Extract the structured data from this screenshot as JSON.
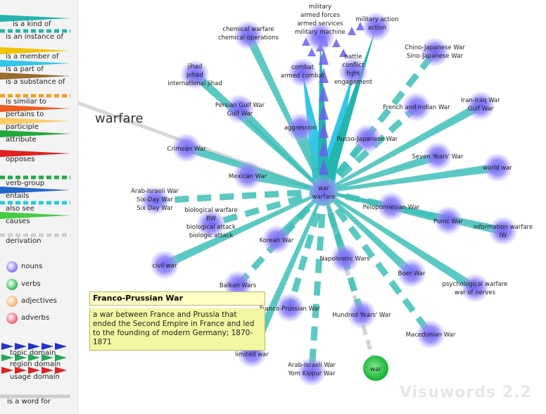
{
  "legend": {
    "relations": [
      {
        "label": "is a kind of",
        "color": "#23b5ae",
        "style": "solid"
      },
      {
        "label": "is an instance of",
        "color": "#23b5ae",
        "style": "dashed"
      },
      {
        "label": "is a member of",
        "color": "#f0c400",
        "style": "solid"
      },
      {
        "label": "is a part of",
        "color": "#33c6e8",
        "style": "solid"
      },
      {
        "label": "is a substance of",
        "color": "#9a6a2c",
        "style": "solid"
      },
      {
        "label": "is similar to",
        "color": "#f0a020",
        "style": "dashed"
      },
      {
        "label": "pertains to",
        "color": "#ee5a1e",
        "style": "solid"
      },
      {
        "label": "participle",
        "color": "#ffcc66",
        "style": "solid"
      },
      {
        "label": "attribute",
        "color": "#1ea83c",
        "style": "solid"
      },
      {
        "label": "opposes",
        "color": "#e02020",
        "style": "solid"
      },
      {
        "label": "verb-group",
        "color": "#22aa44",
        "style": "dashed"
      },
      {
        "label": "entails",
        "color": "#2266cc",
        "style": "solid"
      },
      {
        "label": "also see",
        "color": "#22ccdd",
        "style": "dashed"
      },
      {
        "label": "causes",
        "color": "#44cc44",
        "style": "solid"
      },
      {
        "label": "derivation",
        "color": "#cccccc",
        "style": "dashed"
      }
    ],
    "pos": [
      {
        "label": "nouns",
        "color": "#7a6cf0"
      },
      {
        "label": "verbs",
        "color": "#22bb44"
      },
      {
        "label": "adjectives",
        "color": "#ffaa66"
      },
      {
        "label": "adverbs",
        "color": "#ee5566"
      }
    ],
    "domains": [
      {
        "label": "topic domain",
        "color": "#2233cc"
      },
      {
        "label": "region domain",
        "color": "#22aa55"
      },
      {
        "label": "usage domain",
        "color": "#dd2222"
      }
    ],
    "word_for": {
      "label": "is a word for",
      "color": "#cccccc"
    }
  },
  "graph": {
    "focus_word": "warfare",
    "center": {
      "lines": [
        "war",
        "warfare"
      ]
    },
    "nodes": [
      {
        "id": "military",
        "lines": [
          "military",
          "armed forces",
          "armed services",
          "military machine"
        ],
        "type": "noun"
      },
      {
        "id": "military_action",
        "lines": [
          "military action",
          "action"
        ],
        "type": "noun"
      },
      {
        "id": "chemical",
        "lines": [
          "chemical warfare",
          "chemical operations"
        ],
        "type": "noun"
      },
      {
        "id": "combat",
        "lines": [
          "combat",
          "armed combat"
        ],
        "type": "noun"
      },
      {
        "id": "battle",
        "lines": [
          "battle",
          "conflict",
          "fight",
          "engagement"
        ],
        "type": "noun"
      },
      {
        "id": "jihad",
        "lines": [
          "jihad",
          "jehad",
          "international jihad"
        ],
        "type": "noun"
      },
      {
        "id": "chino",
        "lines": [
          "Chino-Japanese War",
          "Sino-Japanese War"
        ],
        "type": "noun"
      },
      {
        "id": "persian",
        "lines": [
          "Persian Gulf War",
          "Gulf War"
        ],
        "type": "noun"
      },
      {
        "id": "french_indian",
        "lines": [
          "French and Indian War"
        ],
        "type": "noun"
      },
      {
        "id": "iran_iraq",
        "lines": [
          "Iran-Iraq War",
          "Gulf War"
        ],
        "type": "noun"
      },
      {
        "id": "aggression",
        "lines": [
          "aggression"
        ],
        "type": "noun"
      },
      {
        "id": "russo",
        "lines": [
          "Russo-Japanese War"
        ],
        "type": "noun"
      },
      {
        "id": "crimean",
        "lines": [
          "Crimean War"
        ],
        "type": "noun"
      },
      {
        "id": "seven_years",
        "lines": [
          "Seven Years' War"
        ],
        "type": "noun"
      },
      {
        "id": "mexican",
        "lines": [
          "Mexican War"
        ],
        "type": "noun"
      },
      {
        "id": "world_war",
        "lines": [
          "world war"
        ],
        "type": "noun"
      },
      {
        "id": "arab_israeli",
        "lines": [
          "Arab-Israeli War",
          "Six-Day War",
          "Six Day War"
        ],
        "type": "noun"
      },
      {
        "id": "biological",
        "lines": [
          "biological warfare",
          "BW",
          "biological attack",
          "biologic attack"
        ],
        "type": "noun"
      },
      {
        "id": "peloponnesian",
        "lines": [
          "Peloponnesian War"
        ],
        "type": "noun"
      },
      {
        "id": "punic",
        "lines": [
          "Punic War"
        ],
        "type": "noun"
      },
      {
        "id": "info_warfare",
        "lines": [
          "information warfare",
          "IW"
        ],
        "type": "noun"
      },
      {
        "id": "korean",
        "lines": [
          "Korean War"
        ],
        "type": "noun"
      },
      {
        "id": "civil_war",
        "lines": [
          "civil war"
        ],
        "type": "noun"
      },
      {
        "id": "napoleonic",
        "lines": [
          "Napoleonic Wars"
        ],
        "type": "noun"
      },
      {
        "id": "boer",
        "lines": [
          "Boer War"
        ],
        "type": "noun"
      },
      {
        "id": "psych",
        "lines": [
          "psychological warfare",
          "war of nerves"
        ],
        "type": "noun"
      },
      {
        "id": "balkan",
        "lines": [
          "Balkan Wars"
        ],
        "type": "noun"
      },
      {
        "id": "franco",
        "lines": [
          "Franco-Prussian War"
        ],
        "type": "noun"
      },
      {
        "id": "hundred",
        "lines": [
          "Hundred Years' War"
        ],
        "type": "noun"
      },
      {
        "id": "macedonian",
        "lines": [
          "Macedonian War"
        ],
        "type": "noun"
      },
      {
        "id": "limited",
        "lines": [
          "limited war"
        ],
        "type": "noun"
      },
      {
        "id": "yom_kippur",
        "lines": [
          "Arab-Israeli War",
          "Yom Kippur War"
        ],
        "type": "noun"
      },
      {
        "id": "war_verb",
        "lines": [
          "war"
        ],
        "type": "verb"
      }
    ]
  },
  "tooltip": {
    "title": "Franco-Prussian War",
    "text": "a war between France and Prussia that ended the Second Empire in France and led to the founding of modern Germany; 1870-1871"
  },
  "brand": "Visuwords 2.2"
}
